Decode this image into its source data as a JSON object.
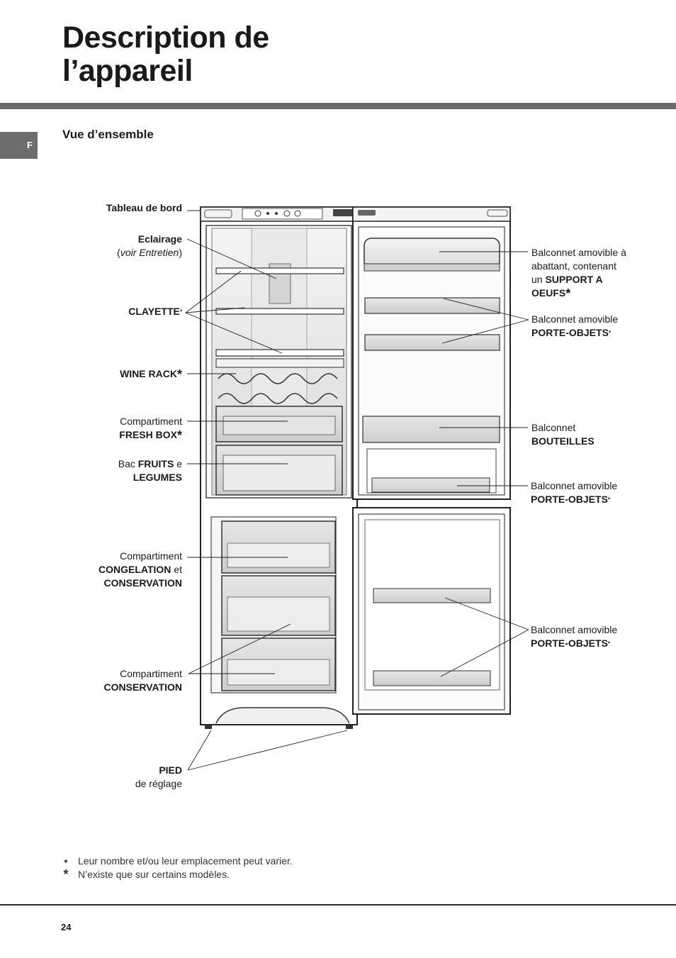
{
  "page": {
    "title_line1": "Description de",
    "title_line2": "l’appareil",
    "language_tab": "F",
    "section_title": "Vue d’ensemble",
    "page_number": "24"
  },
  "labels_left": {
    "tableau": "Tableau de bord",
    "eclairage": "Eclairage",
    "eclairage_note_open": "(",
    "eclairage_note": "voir Entretien",
    "eclairage_note_close": ")",
    "clayette": "CLAYETTE",
    "wine_rack": "WINE RACK",
    "fresh_box_1": "Compartiment",
    "fresh_box_2": "FRESH BOX",
    "fruits_1": "Bac ",
    "fruits_2": "FRUITS",
    "fruits_3": " e",
    "fruits_4": "LEGUMES",
    "congelation_1": "Compartiment",
    "congelation_2": "CONGELATION",
    "congelation_3": " et",
    "congelation_4": "CONSERVATION",
    "conservation_1": "Compartiment",
    "conservation_2": "CONSERVATION",
    "pied_1": "PIED",
    "pied_2": "de réglage"
  },
  "labels_right": {
    "oeufs_1": "Balconnet amovible à",
    "oeufs_2": "abattant, contenant",
    "oeufs_3": "un ",
    "oeufs_4": "SUPPORT A",
    "oeufs_5": "OEUFS",
    "porte1_1": "Balconnet amovible",
    "porte1_2": "PORTE-OBJETS",
    "bouteilles_1": "Balconnet",
    "bouteilles_2": "BOUTEILLES",
    "porte2_1": "Balconnet amovible",
    "porte2_2": "PORTE-OBJETS",
    "porte3_1": "Balconnet amovible",
    "porte3_2": "PORTE-OBJETS"
  },
  "marks": {
    "bullet": "•",
    "star": "*"
  },
  "footnotes": {
    "bullet_text": "Leur nombre et/ou leur emplacement peut varier.",
    "star_text": "N’existe que sur certains modèles."
  }
}
